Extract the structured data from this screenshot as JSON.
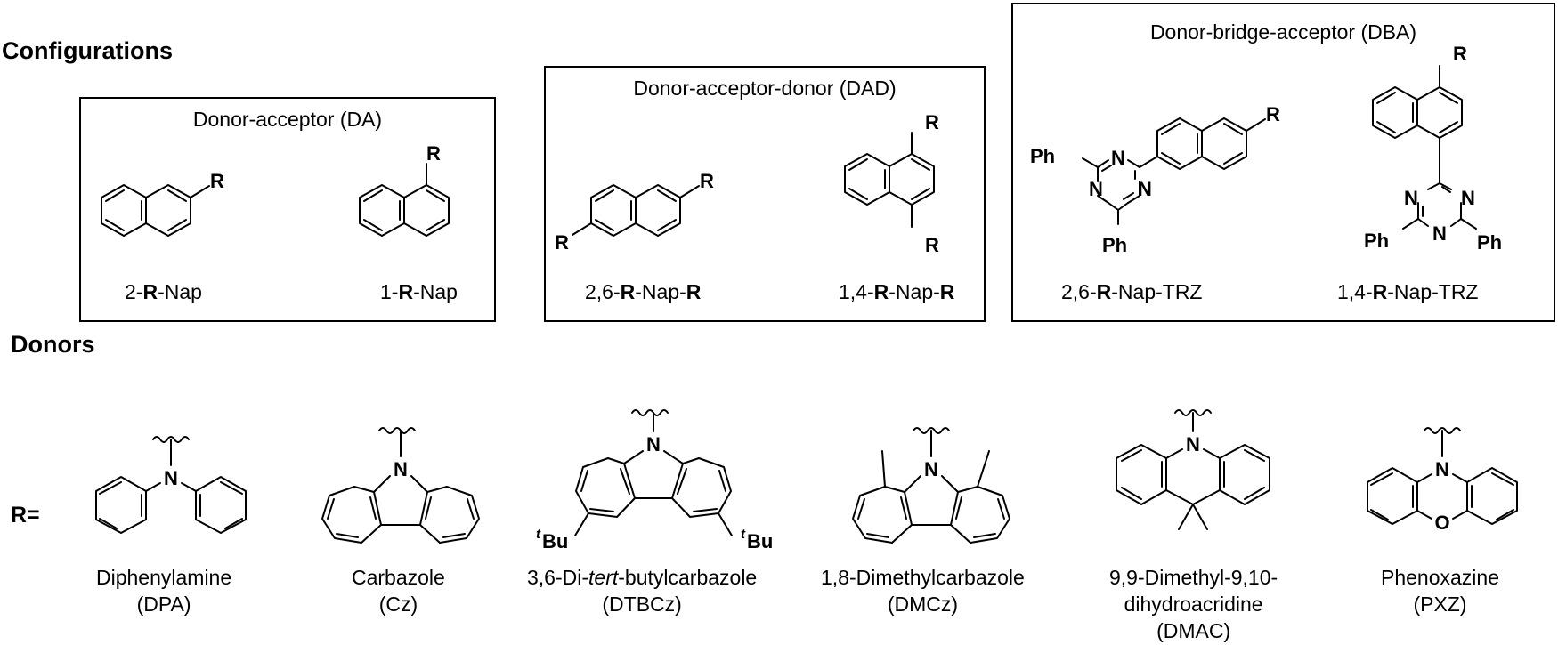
{
  "sections": {
    "configurations": "Configurations",
    "donors": "Donors"
  },
  "boxes": {
    "da": {
      "title": "Donor-acceptor (DA)"
    },
    "dad": {
      "title": "Donor-acceptor-donor (DAD)"
    },
    "dba": {
      "title": "Donor-bridge-acceptor (DBA)"
    }
  },
  "molecules": {
    "nap2": {
      "pre": "2-",
      "r": "R",
      "post": "-Nap"
    },
    "nap1": {
      "pre": "1-",
      "r": "R",
      "post": "-Nap"
    },
    "nap26": {
      "pre": "2,6-",
      "r": "R",
      "mid": "-Nap-",
      "r2": "R"
    },
    "nap14": {
      "pre": "1,4-",
      "r": "R",
      "mid": "-Nap-",
      "r2": "R"
    },
    "nap26trz": {
      "pre": "2,6-",
      "r": "R",
      "post": "-Nap-TRZ"
    },
    "nap14trz": {
      "pre": "1,4-",
      "r": "R",
      "post": "-Nap-TRZ"
    }
  },
  "atoms": {
    "r": "R",
    "n": "N",
    "o": "O",
    "ph": "Ph",
    "tbu_sup": "t",
    "tbu": "Bu"
  },
  "r_equals": "R=",
  "donors": [
    {
      "name": "Diphenylamine",
      "abbr": "(DPA)"
    },
    {
      "name": "Carbazole",
      "abbr": "(Cz)"
    },
    {
      "name_pre": "3,6-Di-",
      "name_it": "tert",
      "name_post": "-butylcarbazole",
      "abbr": "(DTBCz)"
    },
    {
      "name": "1,8-Dimethylcarbazole",
      "abbr": "(DMCz)"
    },
    {
      "name": "9,9-Dimethyl-9,10-",
      "name2": "dihydroacridine",
      "abbr": "(DMAC)"
    },
    {
      "name": "Phenoxazine",
      "abbr": "(PXZ)"
    }
  ]
}
